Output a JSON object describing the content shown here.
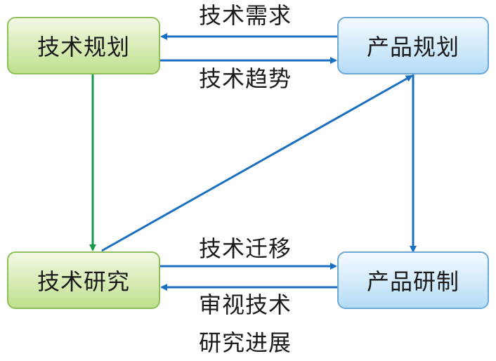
{
  "nodes": {
    "tech_planning": "技术规划",
    "product_planning": "产品规划",
    "tech_research": "技术研究",
    "product_development": "产品研制"
  },
  "edges": {
    "tech_demand": "技术需求",
    "tech_trend": "技术趋势",
    "tech_transfer": "技术迁移",
    "review_tech": "审视技术",
    "research_progress": "研究进展"
  },
  "colors": {
    "green_arrow": "#159a4a",
    "blue_arrow": "#1a6fc0",
    "green_node_border": "#8dbf5a",
    "blue_node_border": "#6aa9d8"
  }
}
